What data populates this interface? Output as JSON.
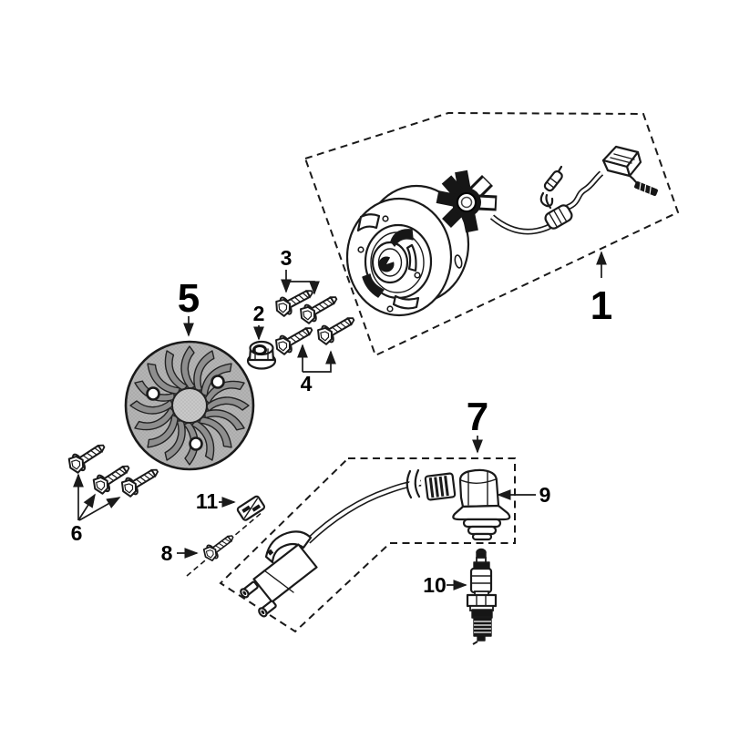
{
  "diagram": {
    "kind": "exploded-parts-diagram",
    "part_labels": {
      "n1": "1",
      "n2": "2",
      "n3": "3",
      "n4": "4",
      "n5": "5",
      "n6": "6",
      "n7": "7",
      "n8": "8",
      "n9": "9",
      "n10": "10",
      "n11": "11"
    }
  },
  "colors": {
    "line": "#1a1a1a",
    "dark": "#161616",
    "fan": "#b4b4b4",
    "fanshade": "#8e8e8e",
    "hub": "#c8c8c8",
    "bg": "#ffffff"
  }
}
